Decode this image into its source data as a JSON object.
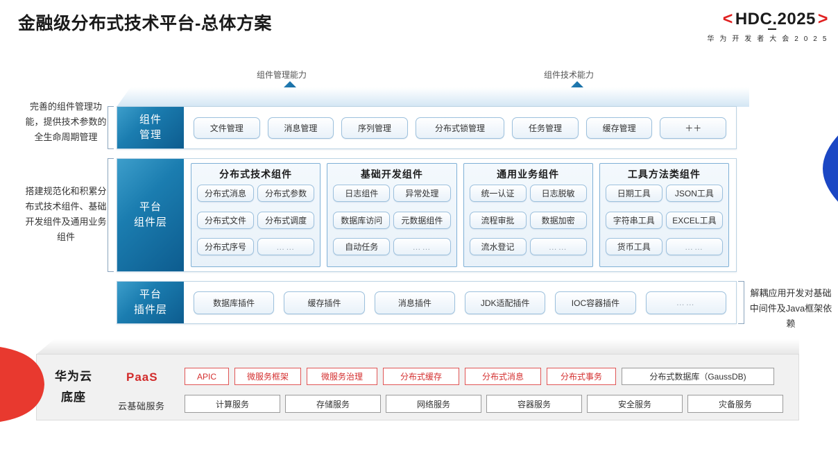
{
  "header": {
    "title": "金融级分布式技术平台-总体方案",
    "logo_bracket_left": "<",
    "logo_text": "HDC.2025",
    "logo_bracket_right": ">",
    "logo_subtitle": "华 为 开 发 者 大 会 2 0 2 5"
  },
  "capabilities": [
    {
      "label": "组件管理能力"
    },
    {
      "label": "组件技术能力"
    }
  ],
  "side_notes": {
    "left": [
      "完善的组件管理功能，提供技术参数的全生命周期管理",
      "搭建规范化和积累分布式技术组件、基础开发组件及通用业务组件"
    ],
    "right": [
      "解耦应用开发对基础中间件及Java框架依赖"
    ]
  },
  "layers": {
    "component_management": {
      "head": "组件\n管理",
      "head_line1": "组件",
      "head_line2": "管理",
      "items": [
        "文件管理",
        "消息管理",
        "序列管理",
        "分布式锁管理",
        "任务管理",
        "缓存管理",
        "＋＋"
      ]
    },
    "platform_component": {
      "head_line1": "平台",
      "head_line2": "组件层",
      "groups": [
        {
          "title": "分布式技术组件",
          "items": [
            "分布式消息",
            "分布式参数",
            "分布式文件",
            "分布式调度",
            "分布式序号",
            "……"
          ]
        },
        {
          "title": "基础开发组件",
          "items": [
            "日志组件",
            "异常处理",
            "数据库访问",
            "元数据组件",
            "自动任务",
            "……"
          ]
        },
        {
          "title": "通用业务组件",
          "items": [
            "统一认证",
            "日志脱敏",
            "流程审批",
            "数据加密",
            "流水登记",
            "……"
          ]
        },
        {
          "title": "工具方法类组件",
          "items": [
            "日期工具",
            "JSON工具",
            "字符串工具",
            "EXCEL工具",
            "货币工具",
            "……"
          ]
        }
      ]
    },
    "platform_plugin": {
      "head_line1": "平台",
      "head_line2": "插件层",
      "items": [
        "数据库插件",
        "缓存插件",
        "消息插件",
        "JDK适配插件",
        "IOC容器插件",
        "……"
      ]
    }
  },
  "cloud_base": {
    "title_line1": "华为云",
    "title_line2": "底座",
    "paas_label": "PaaS",
    "cloud_service_label": "云基础服务",
    "paas_items": [
      {
        "label": "APIC",
        "style": "red"
      },
      {
        "label": "微服务框架",
        "style": "red"
      },
      {
        "label": "微服务治理",
        "style": "red"
      },
      {
        "label": "分布式缓存",
        "style": "red"
      },
      {
        "label": "分布式消息",
        "style": "red"
      },
      {
        "label": "分布式事务",
        "style": "red"
      },
      {
        "label": "分布式数据库（GaussDB)",
        "style": "gray"
      }
    ],
    "cloud_services": [
      "计算服务",
      "存储服务",
      "网络服务",
      "容器服务",
      "安全服务",
      "灾备服务"
    ]
  },
  "colors": {
    "brand_red": "#e8392f",
    "paas_red": "#d22b2b",
    "layer_blue_dark": "#0d5c8f",
    "layer_blue_light": "#3d9ecb",
    "accent_blue": "#1b47c4"
  }
}
